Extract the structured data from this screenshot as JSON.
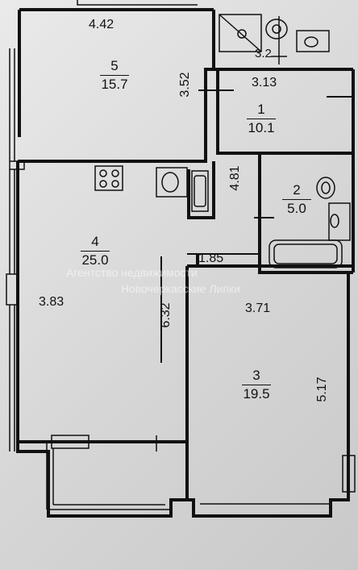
{
  "rooms": [
    {
      "number": "5",
      "area": "15.7"
    },
    {
      "number": "1",
      "area": "10.1"
    },
    {
      "number": "2",
      "area": "5.0"
    },
    {
      "number": "4",
      "area": "25.0"
    },
    {
      "number": "3",
      "area": "19.5"
    }
  ],
  "dimensions": {
    "d1": "4.42",
    "d2": "3.52",
    "d3": "3.2",
    "d4": "3.13",
    "d5": "4.81",
    "d6": "1.85",
    "d7": "3.83",
    "d8": "6.32",
    "d9": "3.71",
    "d10": "5.17"
  },
  "watermark": {
    "line1": "Агентство недвижимости",
    "line2": "Новочеркасские Липки"
  }
}
